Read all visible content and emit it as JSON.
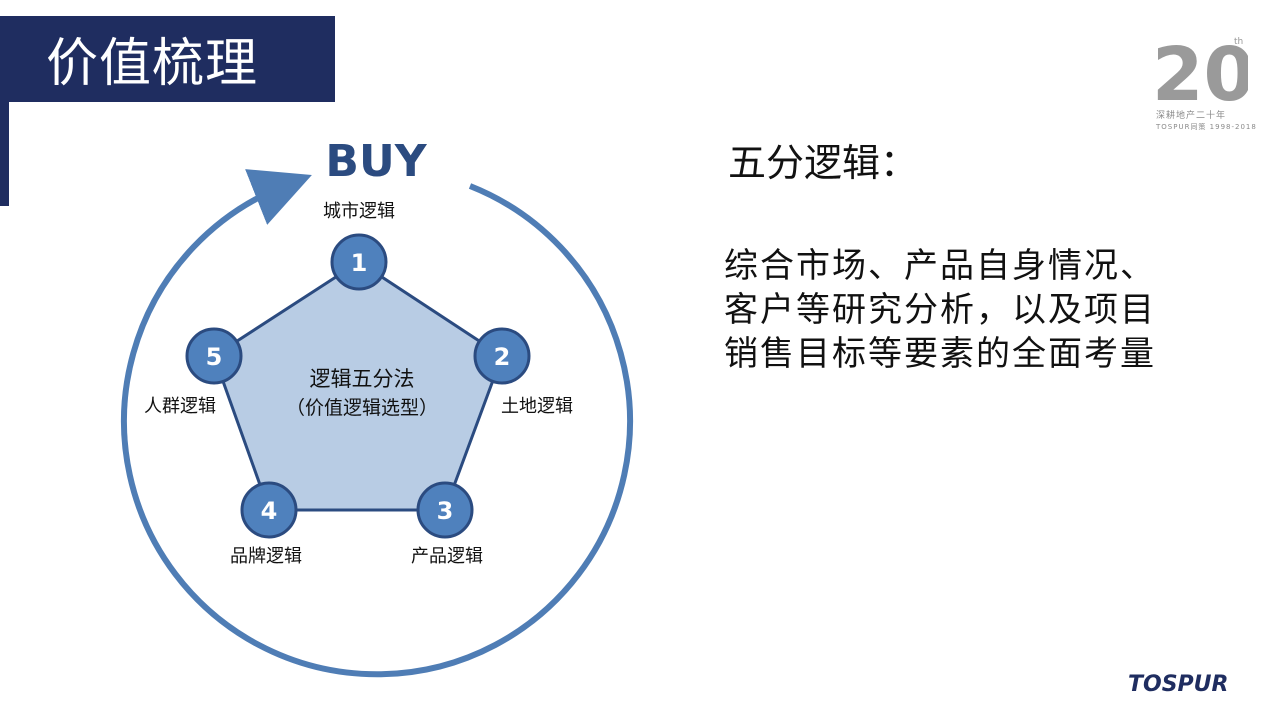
{
  "header": {
    "title": "价值梳理"
  },
  "brand": {
    "anniversary_number": "20",
    "anniversary_suffix": "th",
    "anniversary_tagline": "深耕地产二十年",
    "anniversary_years": "TOSPUR同策 1998-2018",
    "footer_logo": "TOSPUR"
  },
  "diagram": {
    "top_label": "BUY",
    "center_line1": "逻辑五分法",
    "center_line2": "（价值逻辑选型）",
    "nodes": [
      {
        "number": "1",
        "label": "城市逻辑"
      },
      {
        "number": "2",
        "label": "土地逻辑"
      },
      {
        "number": "3",
        "label": "产品逻辑"
      },
      {
        "number": "4",
        "label": "品牌逻辑"
      },
      {
        "number": "5",
        "label": "人群逻辑"
      }
    ]
  },
  "content": {
    "heading": "五分逻辑：",
    "body_lines": [
      "综合市场、产品自身情况、",
      "客户等研究分析，以及项目",
      "销售目标等要素的全面考量"
    ]
  },
  "colors": {
    "title_bar": "#1f2d60",
    "ring": "#4f7db5",
    "pentagon_fill": "#b8cce4",
    "pentagon_stroke": "#2b4b80",
    "node_fill": "#4f81bd",
    "node_stroke": "#2b4b80",
    "buy_text": "#2b4b80"
  }
}
